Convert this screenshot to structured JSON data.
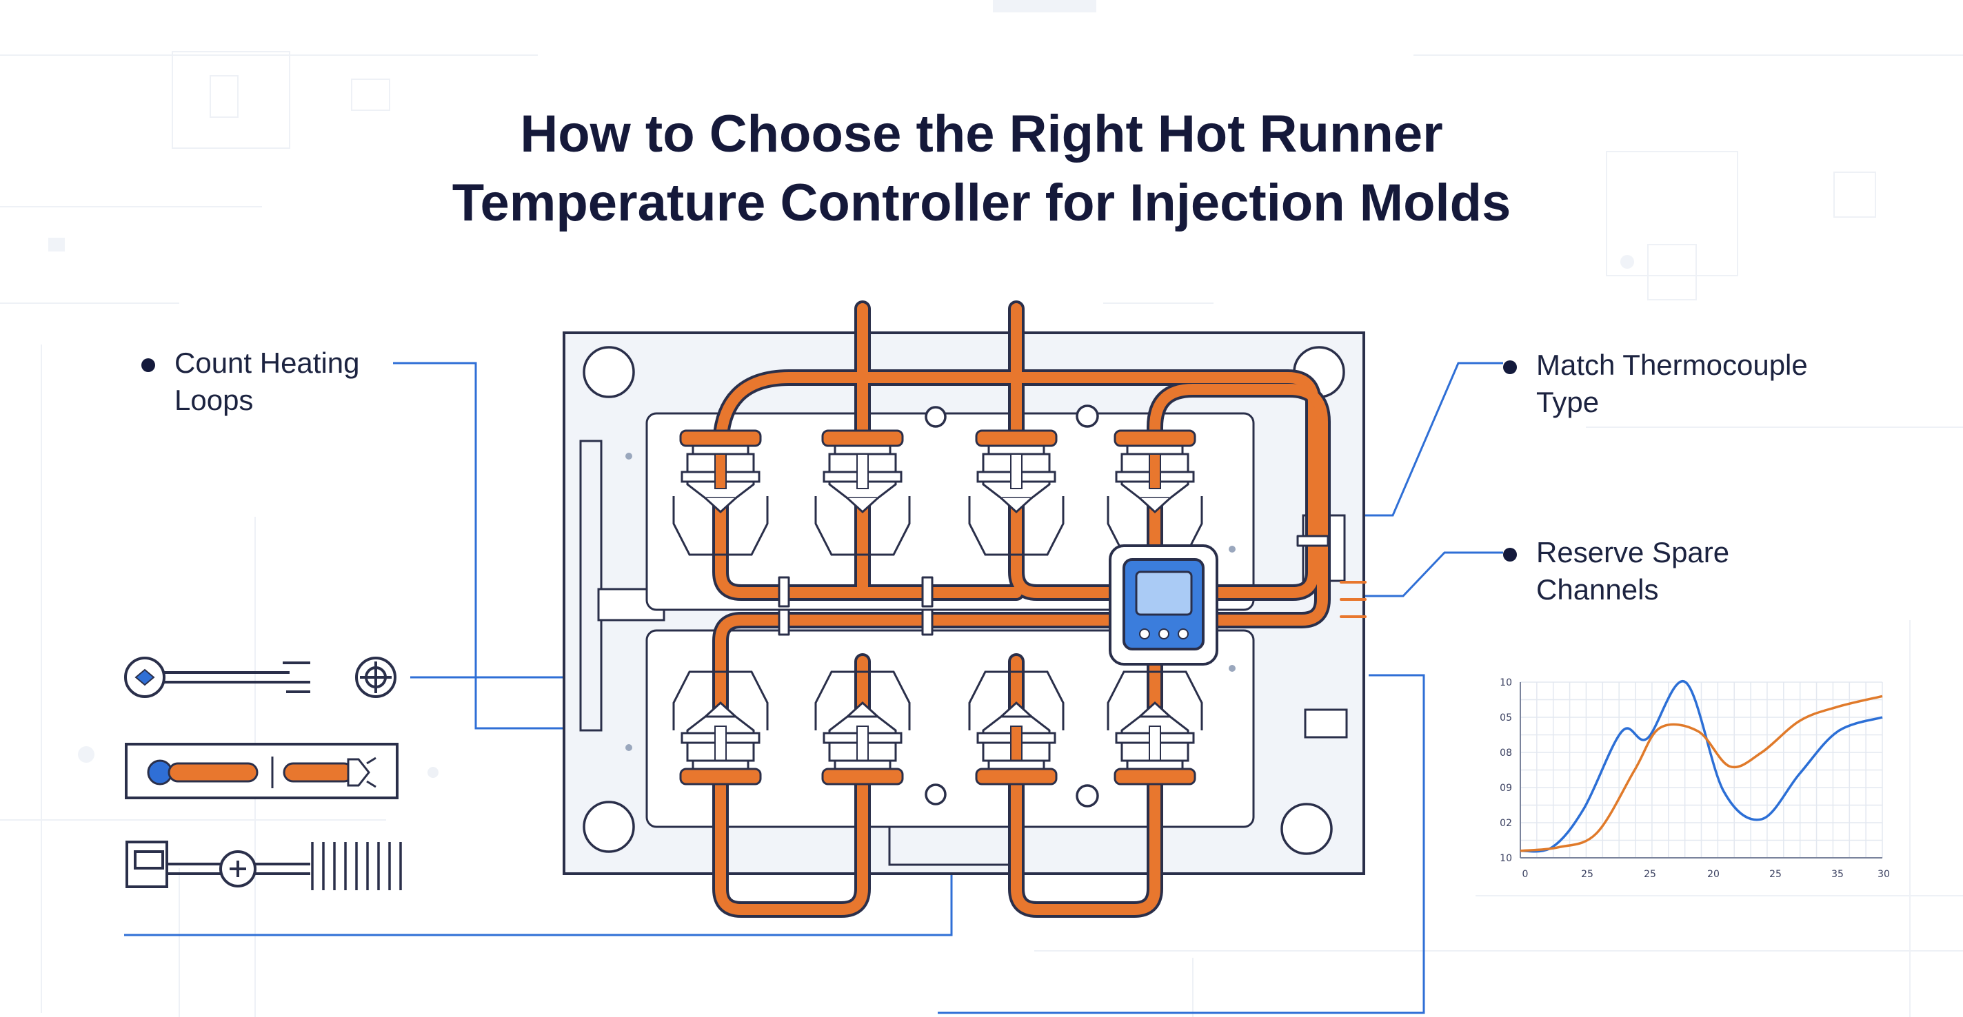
{
  "title": {
    "line1": "How to Choose the Right Hot Runner",
    "line2": "Temperature Controller for Injection Molds"
  },
  "callouts": [
    {
      "line1": "Count Heating",
      "line2": "Loops"
    },
    {
      "line1": "Match Thermocouple",
      "line2": "Type"
    },
    {
      "line1": "Reserve Spare",
      "line2": "Channels"
    }
  ],
  "colors": {
    "title": "#15193a",
    "runner": "#e8772e",
    "runner_outline": "#2a2f4a",
    "leader": "#2f6fd6",
    "controller": "#3b7ddc",
    "plate": "#f1f4f9",
    "series_blue": "#2c6fd6",
    "series_orange": "#e07a2a"
  },
  "icons": [
    "ring-gauge-icon",
    "crosshair-icon",
    "heater-rod-icon",
    "fin-heater-icon",
    "controller-icon"
  ],
  "chart_data": {
    "type": "line",
    "x_ticks": [
      "0",
      "25",
      "25",
      "20",
      "25",
      "35",
      "30"
    ],
    "y_ticks": [
      "10",
      "05",
      "08",
      "09",
      "02",
      "10"
    ],
    "series": [
      {
        "values": [
          [
            0,
            0.04
          ],
          [
            0.5,
            0.06
          ],
          [
            1.0,
            0.28
          ],
          [
            1.6,
            0.72
          ],
          [
            2.0,
            0.68
          ],
          [
            2.6,
            1.0
          ],
          [
            3.2,
            0.38
          ],
          [
            3.8,
            0.22
          ],
          [
            4.4,
            0.48
          ],
          [
            5.0,
            0.72
          ],
          [
            5.7,
            0.8
          ]
        ]
      },
      {
        "values": [
          [
            0,
            0.04
          ],
          [
            0.6,
            0.06
          ],
          [
            1.2,
            0.14
          ],
          [
            1.8,
            0.5
          ],
          [
            2.2,
            0.74
          ],
          [
            2.8,
            0.72
          ],
          [
            3.3,
            0.52
          ],
          [
            3.8,
            0.6
          ],
          [
            4.4,
            0.78
          ],
          [
            5.0,
            0.86
          ],
          [
            5.7,
            0.92
          ]
        ]
      }
    ]
  }
}
